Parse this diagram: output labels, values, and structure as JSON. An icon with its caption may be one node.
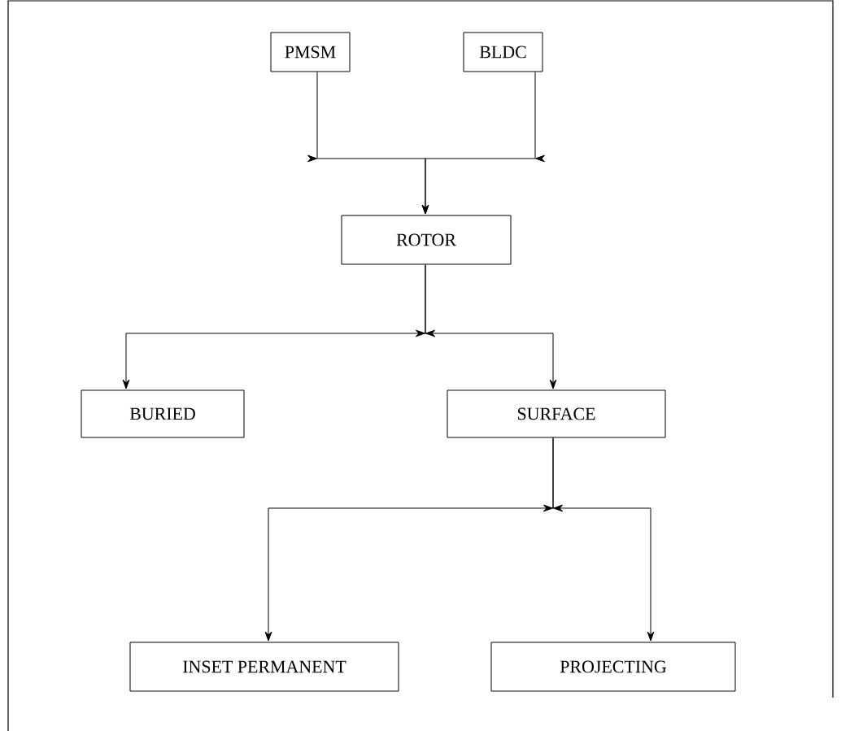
{
  "diagram": {
    "nodes": [
      {
        "text": [
          "PMSM"
        ]
      },
      {
        "text": [
          "BLDC"
        ]
      },
      {
        "text": [
          "ROTOR"
        ]
      },
      {
        "text": [
          "BURIED"
        ]
      },
      {
        "text": [
          "SURFACE"
        ]
      },
      {
        "text": [
          "INSET PERMANENT"
        ]
      },
      {
        "text": [
          "PROJECTING"
        ]
      }
    ],
    "edges": [
      {
        "from": 0,
        "to": 2,
        "arrow": "to"
      },
      {
        "from": 1,
        "to": 2,
        "arrow": "to"
      },
      {
        "from": 2,
        "to": 3,
        "arrow": "to"
      },
      {
        "from": 2,
        "to": 4,
        "arrow": "to"
      },
      {
        "from": 4,
        "to": 5,
        "arrow": "to"
      },
      {
        "from": 4,
        "to": 6,
        "arrow": "to"
      }
    ]
  }
}
